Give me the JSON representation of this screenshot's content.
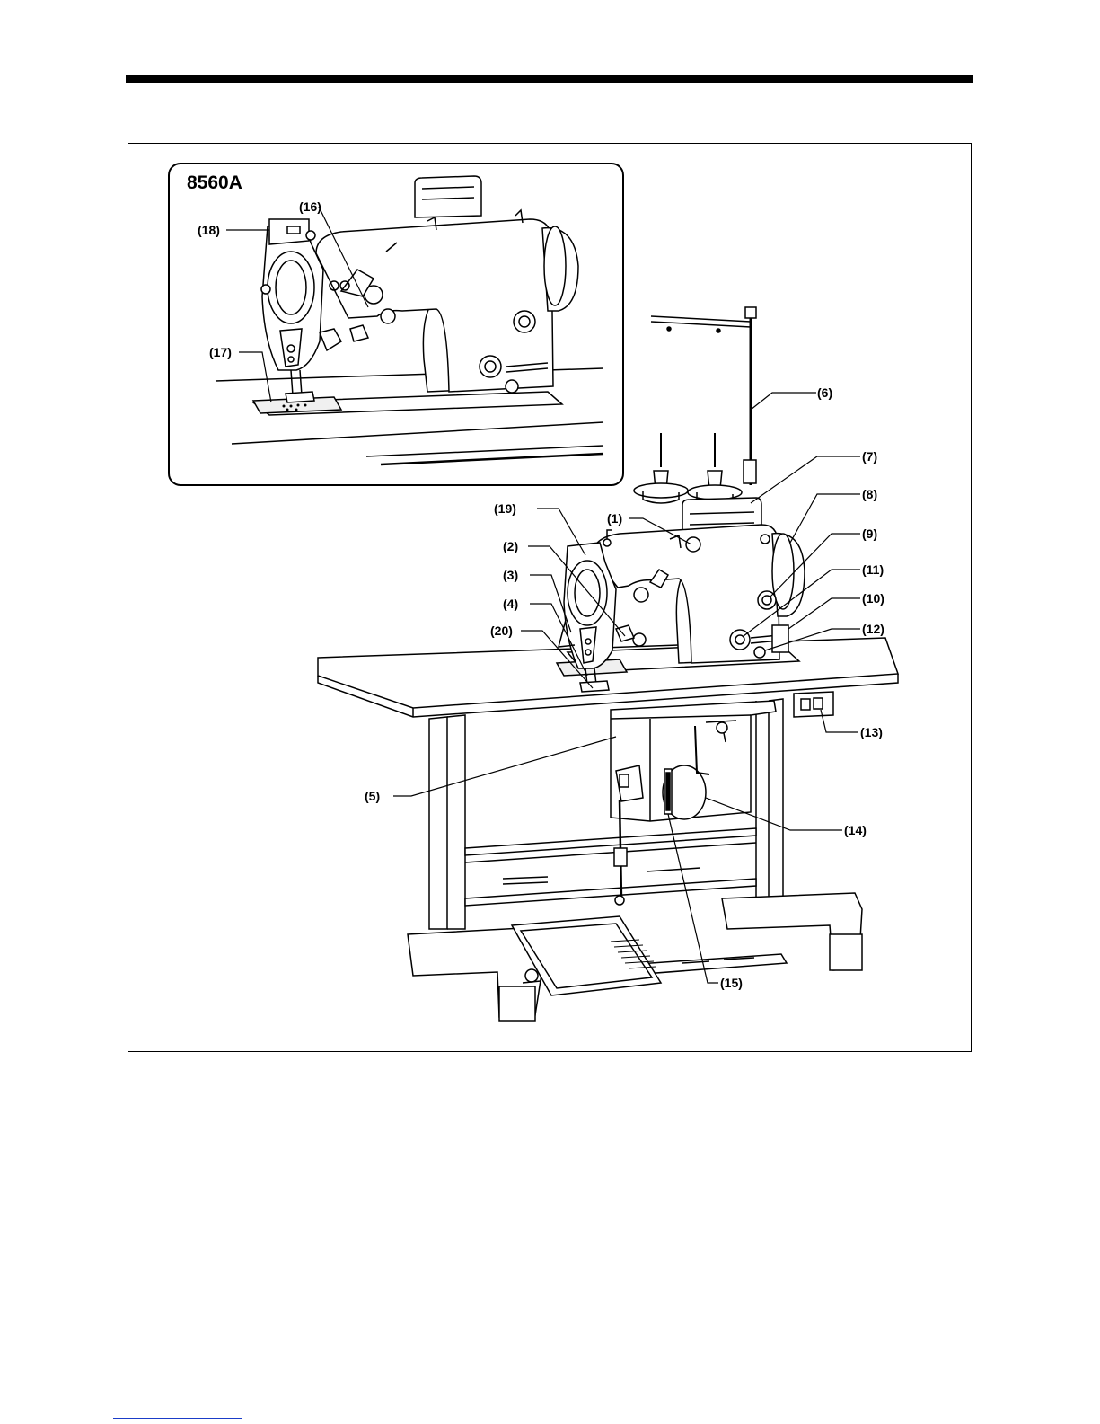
{
  "inset_model": "8560A",
  "callouts": {
    "c1": "(1)",
    "c2": "(2)",
    "c3": "(3)",
    "c4": "(4)",
    "c5": "(5)",
    "c6": "(6)",
    "c7": "(7)",
    "c8": "(8)",
    "c9": "(9)",
    "c10": "(10)",
    "c11": "(11)",
    "c12": "(12)",
    "c13": "(13)",
    "c14": "(14)",
    "c15": "(15)",
    "c16": "(16)",
    "c17": "(17)",
    "c18": "(18)",
    "c19": "(19)",
    "c20": "(20)"
  }
}
